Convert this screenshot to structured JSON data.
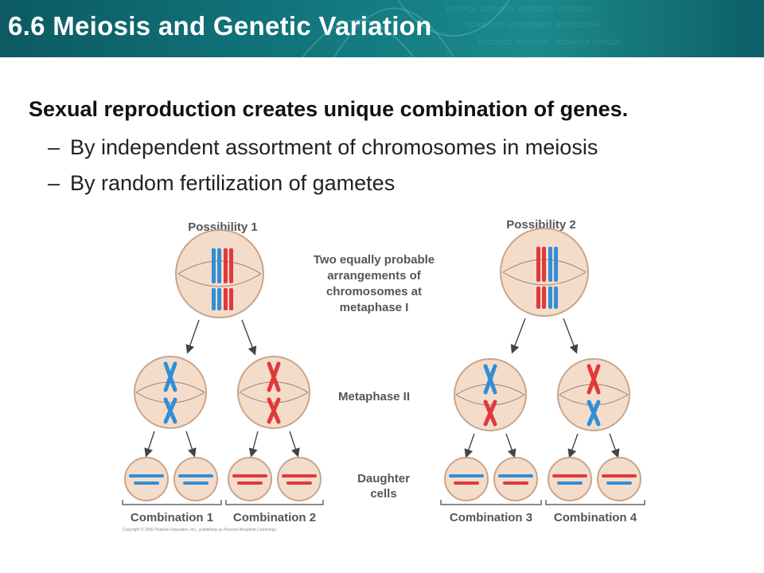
{
  "slide": {
    "title": "6.6 Meiosis and Genetic Variation",
    "main_point": "Sexual reproduction creates unique combination of genes.",
    "sub_points": [
      "By independent assortment of chromosomes in meiosis",
      "By random fertilization of gametes"
    ]
  },
  "diagram": {
    "possibility_1": "Possibility 1",
    "possibility_2": "Possibility 2",
    "center_note": [
      "Two equally probable",
      "arrangements of",
      "chromosomes at",
      "metaphase I"
    ],
    "metaphase_ii": "Metaphase II",
    "daughter_cells": [
      "Daughter",
      "cells"
    ],
    "combinations": [
      "Combination 1",
      "Combination 2",
      "Combination 3",
      "Combination 4"
    ],
    "copyright": "Copyright © 2006 Pearson Education, Inc., publishing as Pearson Benjamin Cummings.",
    "colors": {
      "blue": "#2f8fd6",
      "red": "#e0393c",
      "cell_fill": "#f4dccb",
      "cell_edge": "#c8a58c"
    }
  }
}
